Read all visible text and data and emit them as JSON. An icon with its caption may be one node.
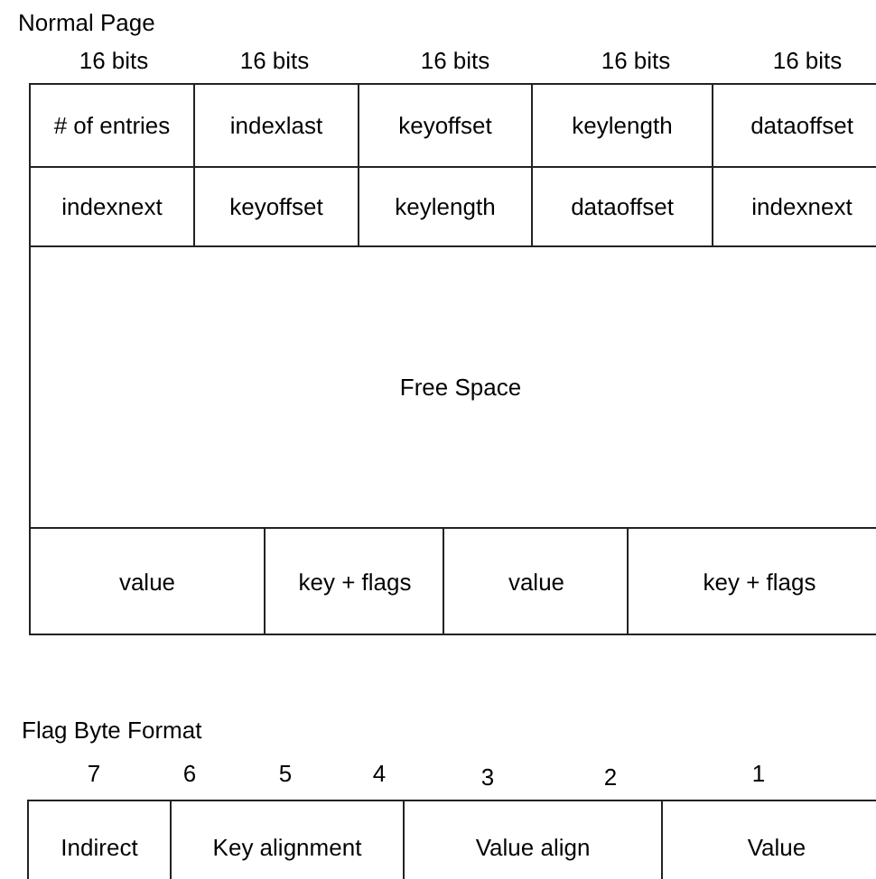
{
  "diagram": {
    "labels": [
      "Normal Page",
      "16 bits",
      "16 bits",
      "16 bits",
      "16 bits",
      "16 bits",
      "# of entries",
      "indexlast",
      "keyoffset",
      "keylength",
      "dataoffset",
      "indexnext",
      "keyoffset",
      "keylength",
      "dataoffset",
      "indexnext",
      "Free Space",
      "value",
      "key + flags",
      "value",
      "key + flags",
      "Flag Byte Format",
      "7",
      "6",
      "5",
      "4",
      "3",
      "2",
      "1",
      "Indirect",
      "Key alignment",
      "Value align",
      "Value"
    ]
  }
}
